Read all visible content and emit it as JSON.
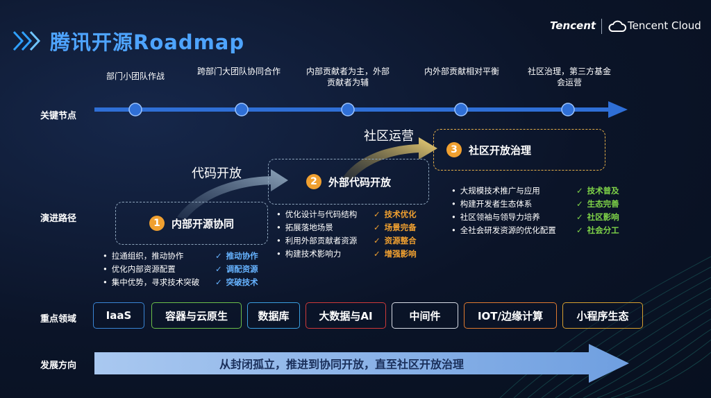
{
  "header": {
    "title": "腾讯开源Roadmap",
    "brand_tencent": "Tencent",
    "brand_cloud": "Tencent Cloud"
  },
  "row_labels": {
    "milestones": "关键节点",
    "path": "演进路径",
    "domains": "重点领域",
    "direction": "发展方向"
  },
  "milestones": [
    "部门小团队作战",
    "跨部门大团队协同合作",
    "内部贡献者为主，外部贡献者为辅",
    "内外部贡献相对平衡",
    "社区治理，第三方基金会运营"
  ],
  "transitions": {
    "t1": "代码开放",
    "t2": "社区运营"
  },
  "stages": [
    {
      "num": "1",
      "title": "内部开源协同",
      "bullets": [
        "拉通组织，推动协作",
        "优化内部资源配置",
        "集中优势，寻求技术突破"
      ],
      "tags": [
        "推动协作",
        "调配资源",
        "突破技术"
      ],
      "color": "#8fa6bd",
      "tag_color": "#66b3ff"
    },
    {
      "num": "2",
      "title": "外部代码开放",
      "bullets": [
        "优化设计与代码结构",
        "拓展落地场景",
        "利用外部贡献者资源",
        "构建技术影响力"
      ],
      "tags": [
        "技术优化",
        "场景完备",
        "资源整合",
        "增强影响"
      ],
      "color": "#8fa6bd",
      "tag_color": "#f0a030"
    },
    {
      "num": "3",
      "title": "社区开放治理",
      "bullets": [
        "大规模技术推广与应用",
        "构建开发者生态体系",
        "社区领袖与领导力培养",
        "全社会研发资源的优化配置"
      ],
      "tags": [
        "技术普及",
        "生态完善",
        "社区影响",
        "社会分工"
      ],
      "color": "#e6b04a",
      "tag_color": "#7ed348"
    }
  ],
  "domains": [
    {
      "label": "IaaS",
      "color": "#3a86d6"
    },
    {
      "label": "容器与云原生",
      "color": "#6cc04a"
    },
    {
      "label": "数据库",
      "color": "#3a9fe0"
    },
    {
      "label": "大数据与AI",
      "color": "#d03a3a"
    },
    {
      "label": "中间件",
      "color": "#d8dde6"
    },
    {
      "label": "IOT/边缘计算",
      "color": "#e07a30"
    },
    {
      "label": "小程序生态",
      "color": "#d8a030"
    }
  ],
  "direction": "从封闭孤立，推进到协同开放，直至社区开放治理"
}
